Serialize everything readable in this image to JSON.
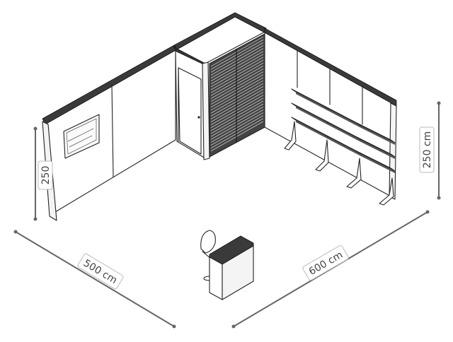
{
  "dimensions": {
    "left_width": "500 cm",
    "right_width": "600 cm",
    "height_right": "250 cm",
    "height_left": "250"
  },
  "colors": {
    "outline": "#222222",
    "dimension_line": "#666666",
    "label_text": "#444444",
    "label_border": "#bbbbbb"
  }
}
